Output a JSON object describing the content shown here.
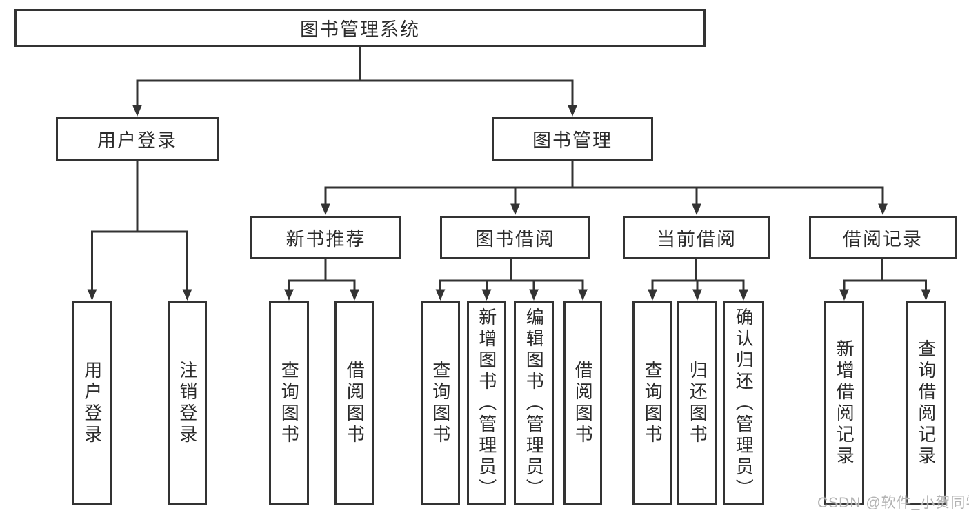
{
  "nodes": {
    "root": "图书管理系统",
    "level2": [
      "用户登录",
      "图书管理"
    ],
    "level3": [
      "新书推荐",
      "图书借阅",
      "当前借阅",
      "借阅记录"
    ],
    "leaves_user_login": [
      "用户登录",
      "注销登录"
    ],
    "leaves_new_book": [
      "查询图书",
      "借阅图书"
    ],
    "leaves_book_borrow": [
      "查询图书",
      "新增图书（管理员）",
      "编辑图书（管理员）",
      "借阅图书"
    ],
    "leaves_current_borrow": [
      "查询图书",
      "归还图书",
      "确认归还（管理员）"
    ],
    "leaves_borrow_records": [
      "新增借阅记录",
      "查询借阅记录"
    ]
  },
  "watermark": "CSDN @软件_小贺同学",
  "colors": {
    "line": "#333333",
    "text": "#2b2b2b",
    "watermark": "#b3b3b3",
    "background": "#ffffff"
  }
}
